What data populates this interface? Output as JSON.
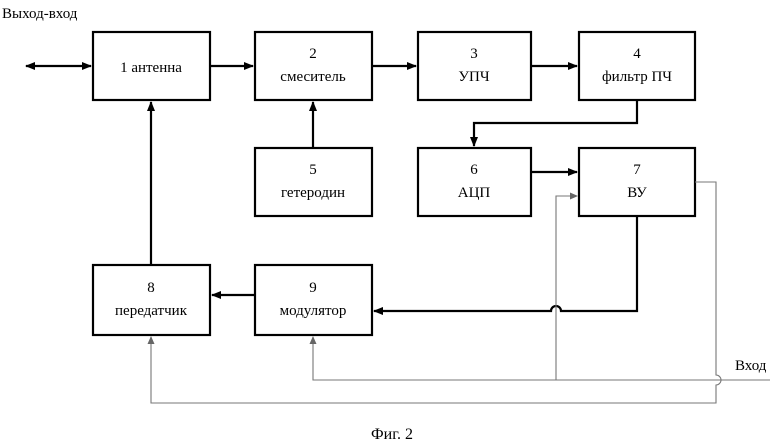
{
  "labels": {
    "io": "Выход-вход",
    "input": "Вход",
    "caption": "Фиг. 2"
  },
  "blocks": {
    "b1": {
      "num": "1",
      "name": "антенна"
    },
    "b2": {
      "num": "2",
      "name": "смеситель"
    },
    "b3": {
      "num": "3",
      "name": "УПЧ"
    },
    "b4": {
      "num": "4",
      "name": "фильтр ПЧ"
    },
    "b5": {
      "num": "5",
      "name": "гетеродин"
    },
    "b6": {
      "num": "6",
      "name": "АЦП"
    },
    "b7": {
      "num": "7",
      "name": "ВУ"
    },
    "b8": {
      "num": "8",
      "name": "передатчик"
    },
    "b9": {
      "num": "9",
      "name": "модулятор"
    }
  }
}
